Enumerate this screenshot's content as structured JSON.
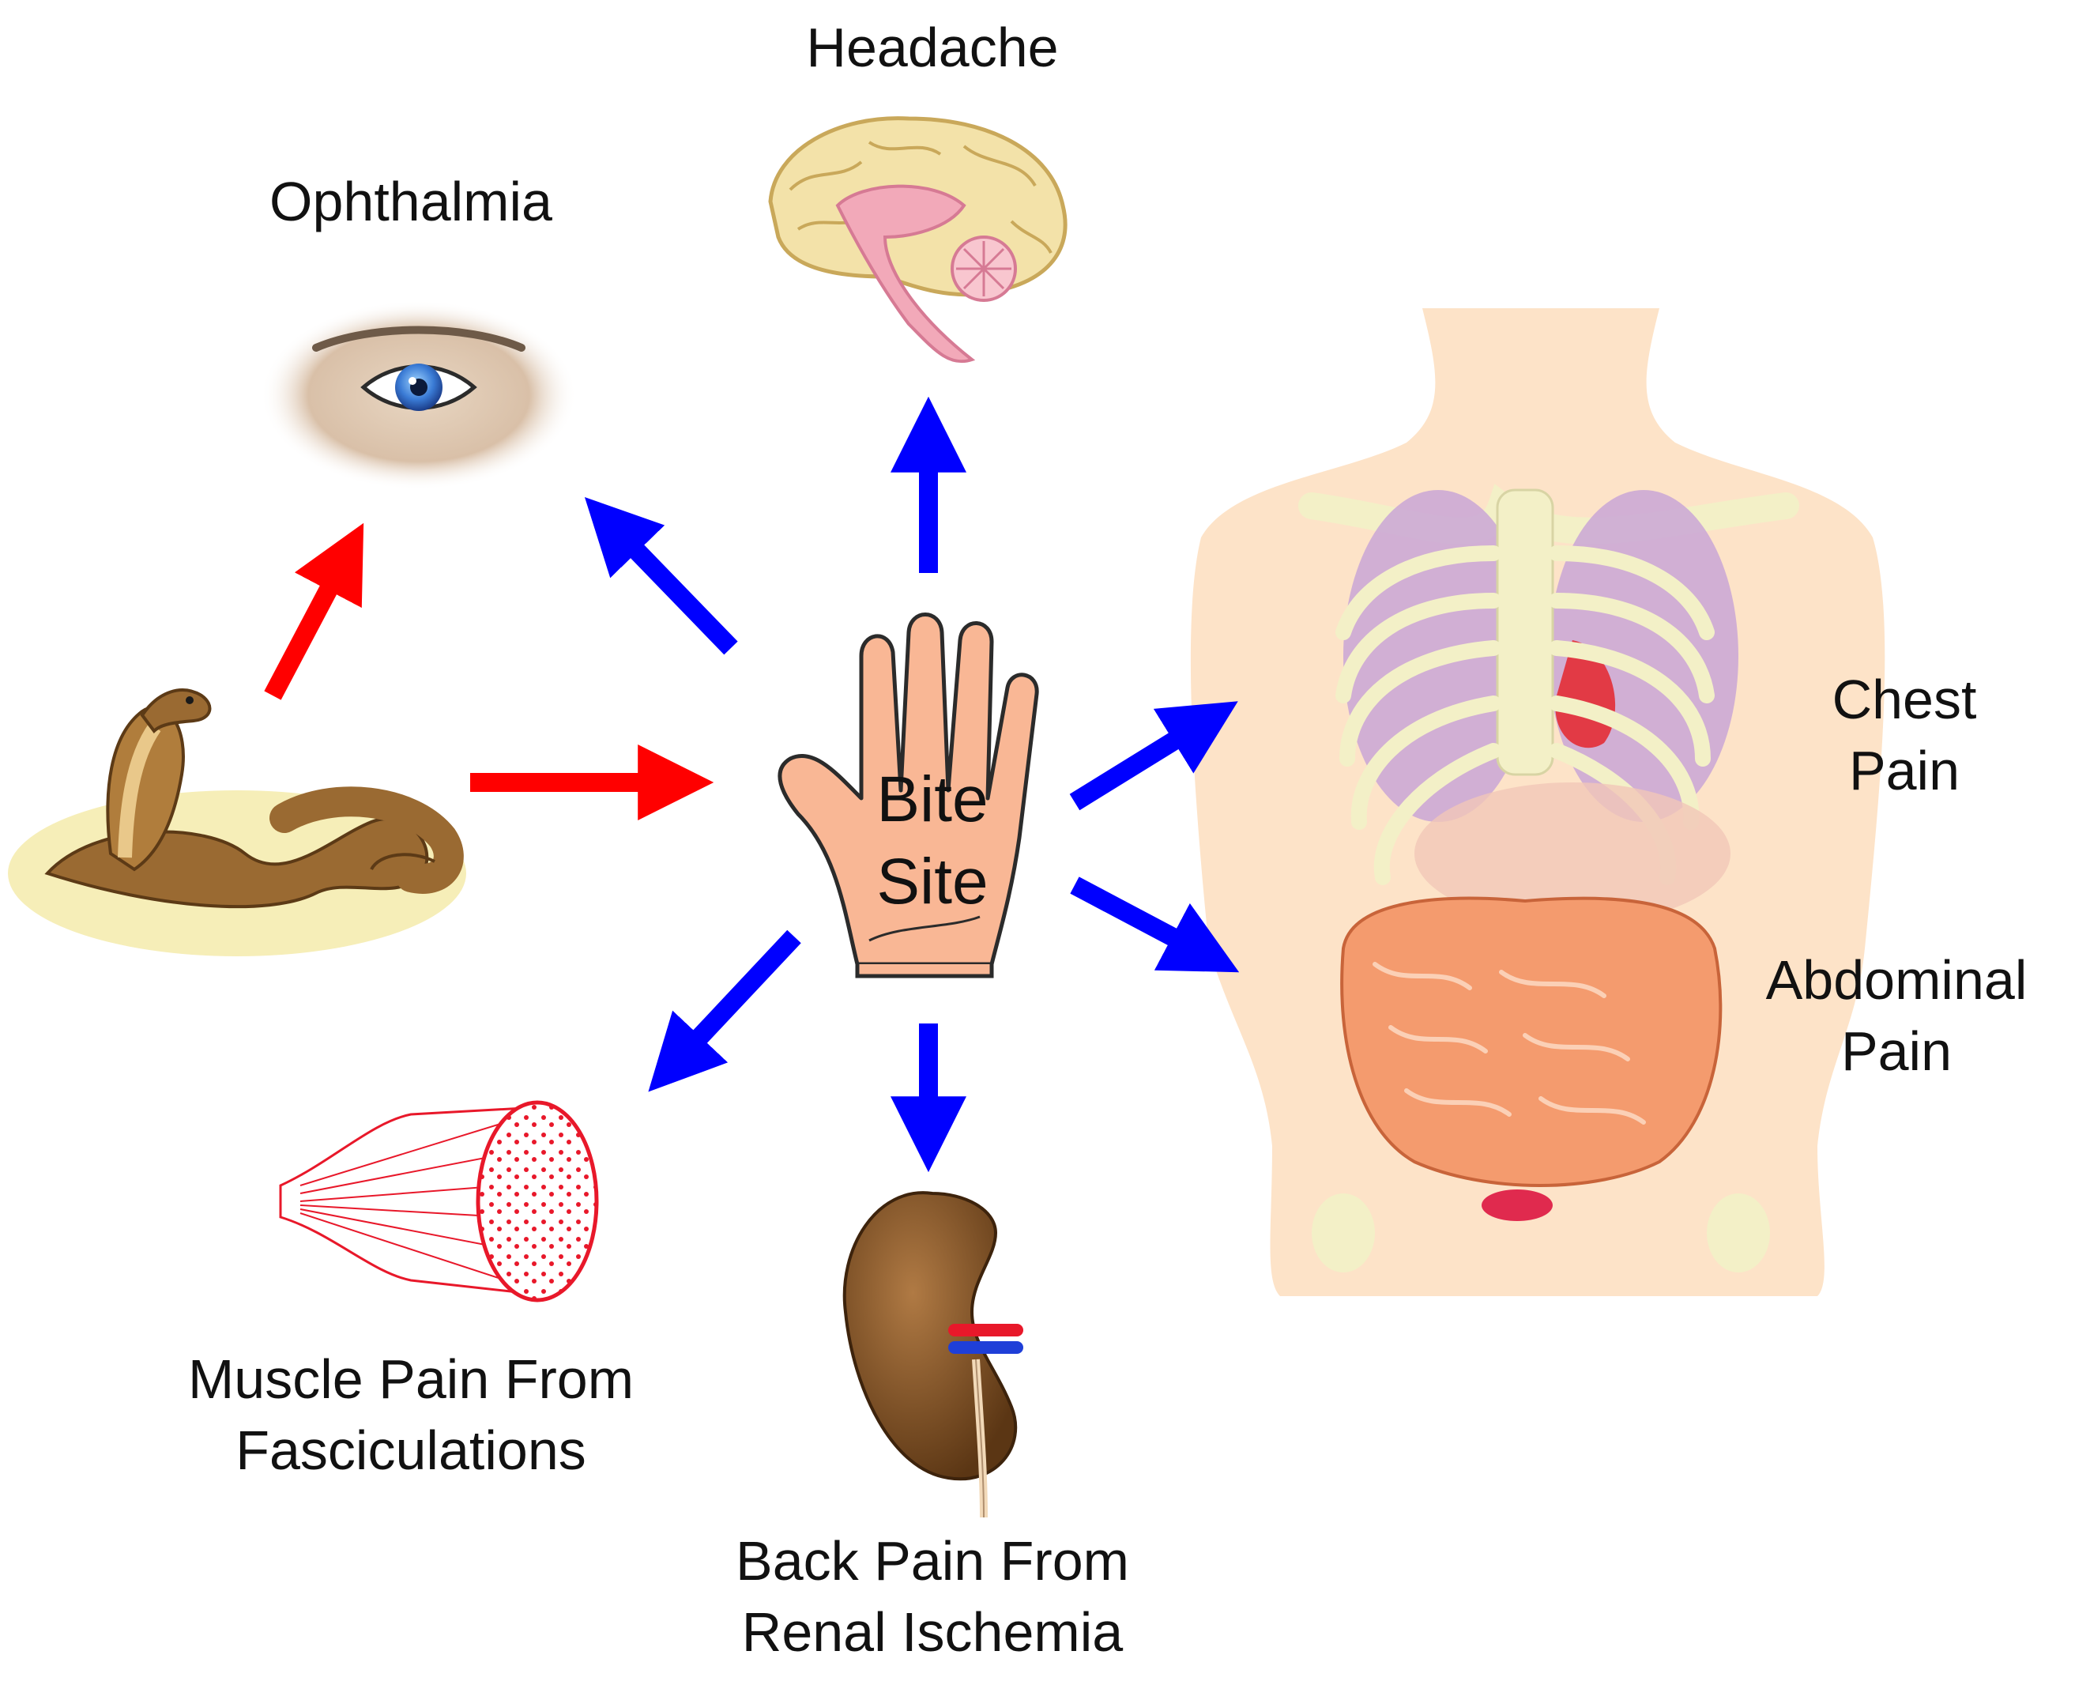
{
  "labels": {
    "headache": "Headache",
    "ophthalmia": "Ophthalmia",
    "chest_pain": [
      "Chest",
      "Pain"
    ],
    "abdominal_pain": [
      "Abdominal",
      "Pain"
    ],
    "muscle_pain": [
      "Muscle Pain From",
      "Fasciculations"
    ],
    "back_pain": [
      "Back Pain From",
      "Renal Ischemia"
    ],
    "bite_site": [
      "Bite",
      "Site"
    ]
  },
  "colors": {
    "venom_arrow": "#ff0000",
    "symptom_arrow": "#0000ff",
    "skin": "#f9b795",
    "brain": "#f3e2a9",
    "brain_core": "#f2a9b9",
    "eye_iris": "#3a7bd5",
    "torso_skin": "#fde3c8",
    "ribs": "#f3f0c7",
    "lungs": "#c9a6d6",
    "intestines": "#f49b6e",
    "kidney": "#8a5a2b",
    "muscle": "#e8182a",
    "snake": "#9a6a32",
    "sand": "#f6eeb8"
  },
  "icons": [
    "snake-icon",
    "eye-icon",
    "brain-icon",
    "hand-icon",
    "torso-icon",
    "muscle-icon",
    "kidney-icon"
  ]
}
